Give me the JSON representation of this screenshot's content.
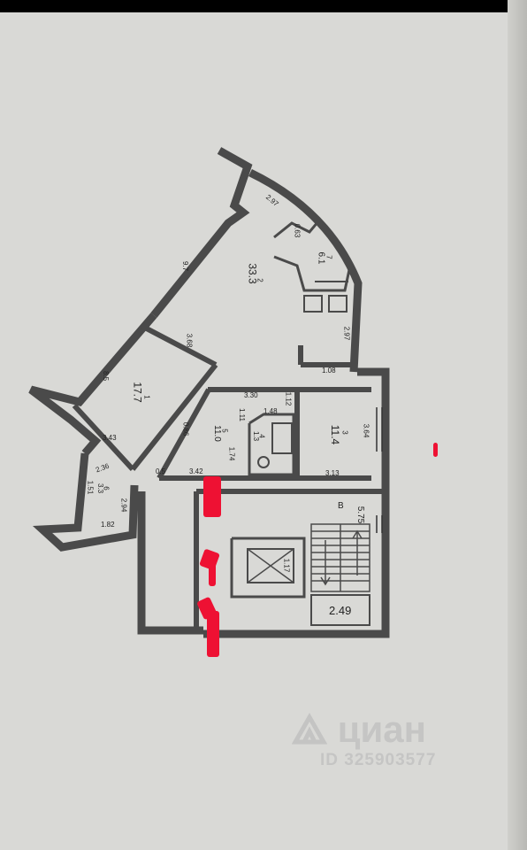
{
  "plan": {
    "rooms": [
      {
        "id": "room-2",
        "number": "2",
        "area": "33.3"
      },
      {
        "id": "room-7",
        "number": "7",
        "area": "6.1"
      },
      {
        "id": "room-1",
        "number": "1",
        "area": "17.7"
      },
      {
        "id": "room-3",
        "number": "3",
        "area": "11.4"
      },
      {
        "id": "room-5",
        "number": "5",
        "area": "11.0"
      },
      {
        "id": "room-4",
        "number": "4",
        "area": "1.3"
      },
      {
        "id": "room-6",
        "number": "6",
        "area": "3.3"
      }
    ],
    "dimensions": {
      "d297_top": "2.97",
      "d297_right": "2.97",
      "d97": "9.7",
      "d85": "8.5",
      "d368": "3.68",
      "d108": "1.08",
      "d330": "3.30",
      "d148": "1.48",
      "d112": "1.12",
      "d364": "3.64",
      "d313": "3.13",
      "d343": "3.43",
      "d236": "2.36",
      "d151": "1.51",
      "d294": "2.94",
      "d182": "1.82",
      "d05": "0.5",
      "d342": "3.42",
      "d174": "1.74",
      "d111": "1.11",
      "d86": "0.86",
      "d063": "0.63",
      "d575": "5.75",
      "d249": "2.49"
    },
    "stair_label": "B",
    "elevator_label": "1.17"
  },
  "watermark": {
    "brand": "циан",
    "id_text": "ID 325903577"
  },
  "colors": {
    "paper": "#d9d9d6",
    "wall": "#4a4a4a",
    "redact": "#ee1133",
    "watermark": "#bebebe"
  }
}
